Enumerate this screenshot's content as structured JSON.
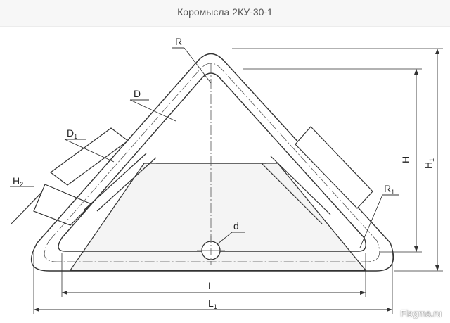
{
  "header": {
    "title": "Коромысла 2КУ-30-1"
  },
  "drawing": {
    "labels": {
      "R": "R",
      "D": "D",
      "D1": "D",
      "D1_sub": "1",
      "H2": "H",
      "H2_sub": "2",
      "R1": "R",
      "R1_sub": "1",
      "d": "d",
      "H": "H",
      "H1": "H",
      "H1_sub": "1",
      "L": "L",
      "L1": "L",
      "L1_sub": "1"
    },
    "colors": {
      "line": "#333333",
      "fill": "#f2f2f2",
      "dim": "#333333"
    }
  },
  "footer": {
    "watermark": "Flagma.ru"
  }
}
